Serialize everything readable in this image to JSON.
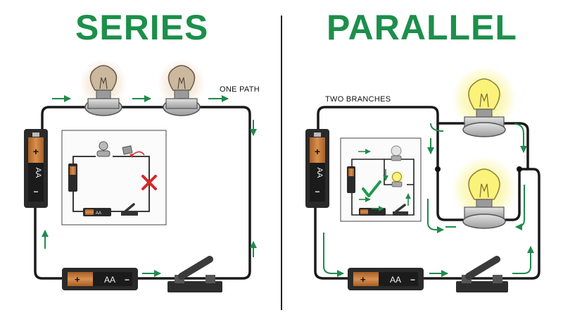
{
  "series": {
    "title": "SERIES",
    "note": "ONE PATH",
    "battery_label": "AA",
    "battery_plus": "+",
    "battery_minus": "−"
  },
  "parallel": {
    "title": "PARALLEL",
    "note": "TWO BRANCHES",
    "battery_label": "AA",
    "battery_plus": "+",
    "battery_minus": "−"
  },
  "colors": {
    "title_green": "#1c8f4b",
    "arrow_green": "#1f8a4c",
    "wire": "#1a1a1a",
    "battery_copper": "#c47a36",
    "bulb_glow": "#f6ef6a",
    "bulb_off": "#8a7a6a",
    "error_red": "#d62828",
    "check_green": "#1f9a4f"
  },
  "icons": {
    "error": "x-mark-icon",
    "success": "check-mark-icon"
  }
}
